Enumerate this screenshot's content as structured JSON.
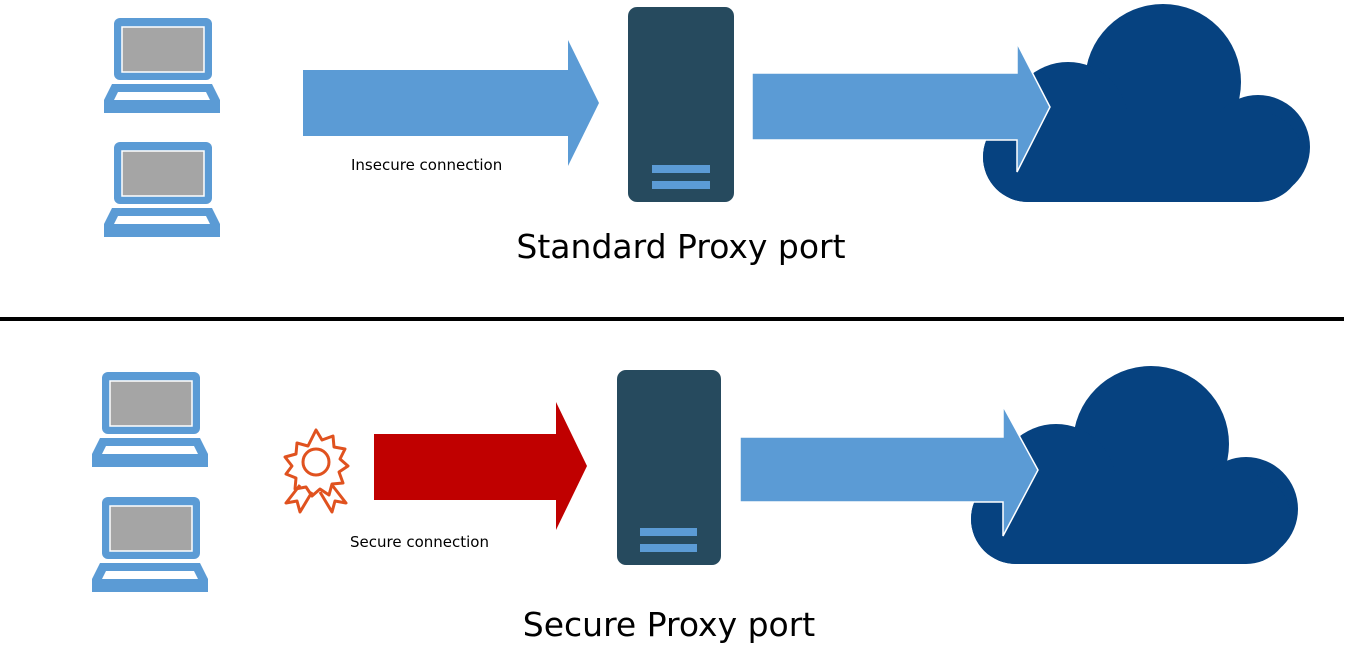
{
  "standard": {
    "connection_label": "Insecure connection",
    "title": "Standard Proxy port"
  },
  "secure": {
    "connection_label": "Secure connection",
    "title": "Secure Proxy port"
  },
  "colors": {
    "laptop": "#5b9bd5",
    "screen": "#a5a5a5",
    "arrow_blue": "#5b9bd5",
    "arrow_red": "#c00000",
    "server": "#264a5e",
    "cloud": "#064280",
    "certificate": "#e0521f"
  }
}
